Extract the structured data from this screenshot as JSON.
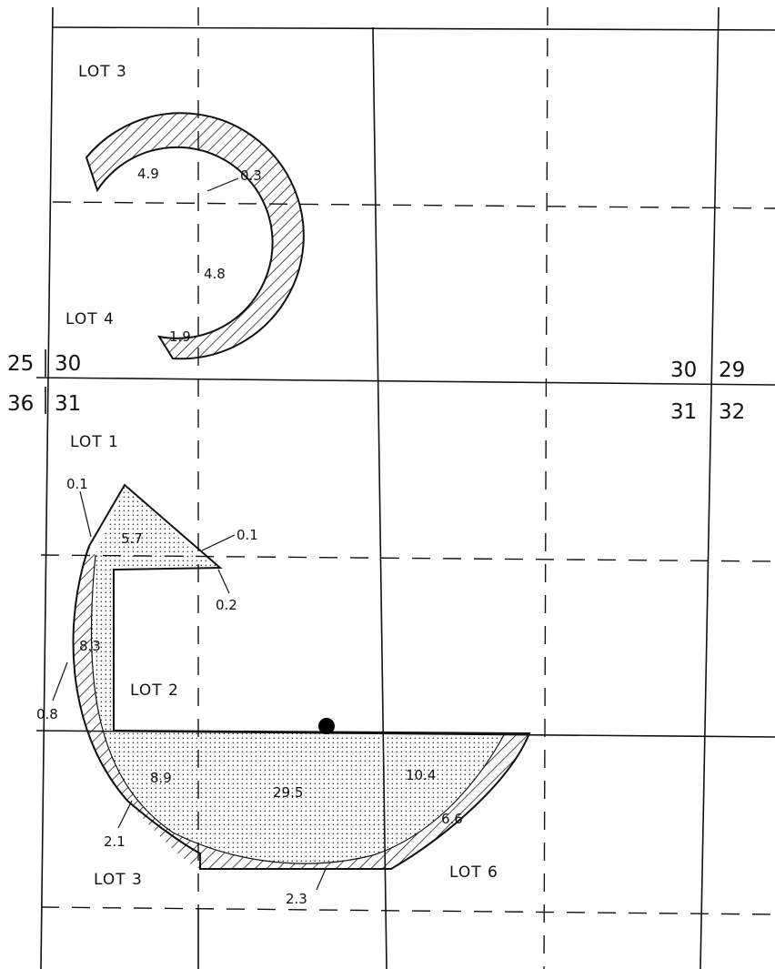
{
  "lot_labels": {
    "top_lot3": "LOT 3",
    "top_lot4": "LOT 4",
    "lot1": "LOT 1",
    "lot2": "LOT 2",
    "bottom_lot3": "LOT 3",
    "lot6": "LOT 6"
  },
  "section_numbers": {
    "nw_upper_left": "25",
    "nw_upper_right": "30",
    "nw_lower_left": "36",
    "nw_lower_right": "31",
    "ne_upper_left": "30",
    "ne_upper_right": "29",
    "ne_lower_left": "31",
    "ne_lower_right": "32"
  },
  "area_labels": {
    "arc_top": "4.9",
    "arc_callout": "0.3",
    "arc_mid": "4.8",
    "arc_bottom": "1.9",
    "tri_edge": "0.1",
    "tri_area": "5.7",
    "tri_tip": "0.1",
    "notch": "0.2",
    "left_band": "8.3",
    "left_edge": "0.8",
    "bottom_left": "8.9",
    "main_area": "29.5",
    "bottom_right": "10.4",
    "right_strip": "6.6",
    "bottom_left_strip": "2.1",
    "bottom_strip": "2.3"
  },
  "colors": {
    "ink": "#111111",
    "paper": "#ffffff"
  }
}
